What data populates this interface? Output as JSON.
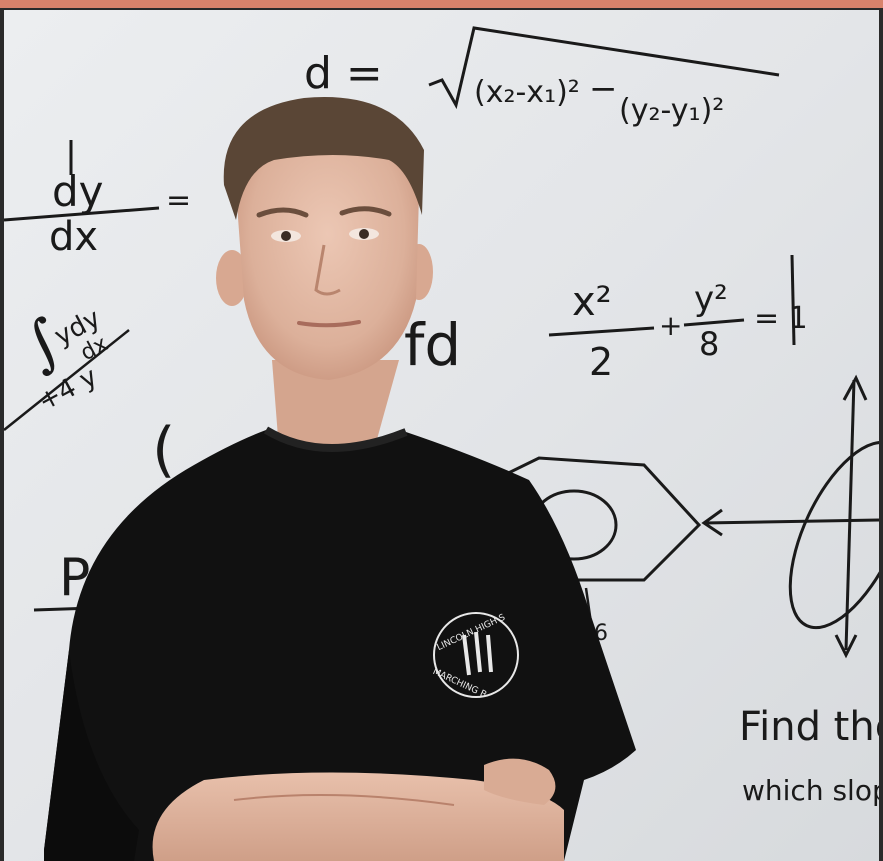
{
  "whiteboard": {
    "top_equation_lhs": "d =",
    "top_term1": "(x₂-x₁)²",
    "top_minus": "−",
    "top_term2": "(y₂-y₁)²",
    "dy": "dy",
    "dx": "dx",
    "equals": "=",
    "left_ys": "ydy",
    "left_dx": "dx",
    "left_y4": "+4 y",
    "fd": "fd",
    "ellipse_x2": "x²",
    "ellipse_2": "2",
    "ellipse_plus": "+",
    "ellipse_y2": "y²",
    "ellipse_8": "8",
    "ellipse_eq": "= 1",
    "find_text": "Find the",
    "which_text": "which slope",
    "side_p": "P",
    "side_6": "6"
  },
  "shirt": {
    "logo_top": "LINCOLN HIGH S",
    "logo_bottom": "MARCHING B"
  },
  "colors": {
    "accent_bar": "#d9826b",
    "board": "#e6e8ea",
    "shirt": "#111111",
    "skin": "#e2b9a3",
    "hair": "#5a4636"
  }
}
